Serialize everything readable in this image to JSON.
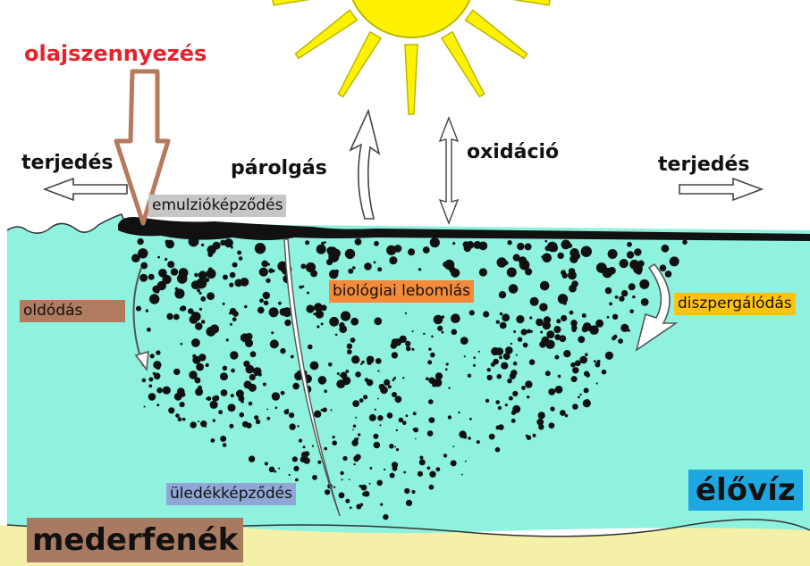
{
  "labels": {
    "pollution": "olajszennyezés",
    "spread_left": "terjedés",
    "spread_right": "terjedés",
    "evaporation": "párolgás",
    "oxidation": "oxidáció",
    "emulsification": "emulzióképződés",
    "dissolution": "oldódás",
    "biodegradation": "biológiai lebomlás",
    "dispersion": "diszpergálódás",
    "sedimentation": "üledékképződés",
    "water": "élővíz",
    "bed": "mederfenék"
  },
  "colors": {
    "pollution_text": "#e8212b",
    "water": "#8ff2de",
    "sediment": "#f5f0a8",
    "oil": "#111111",
    "sun": "#fff200",
    "sun_outline": "#b8b800",
    "pollution_arrow": "#b57a5c",
    "emulsification_box": "#c6c6c6",
    "dissolution_box": "#b07b5f",
    "biodegradation_box": "#f58a3a",
    "dispersion_box": "#ffc20e",
    "sedimentation_box": "#8fa6d6",
    "water_box": "#1ea7e0",
    "bed_box": "#a87a62"
  },
  "icons": [
    "sun-icon",
    "oil-droplet-icon",
    "arrow-icon"
  ]
}
